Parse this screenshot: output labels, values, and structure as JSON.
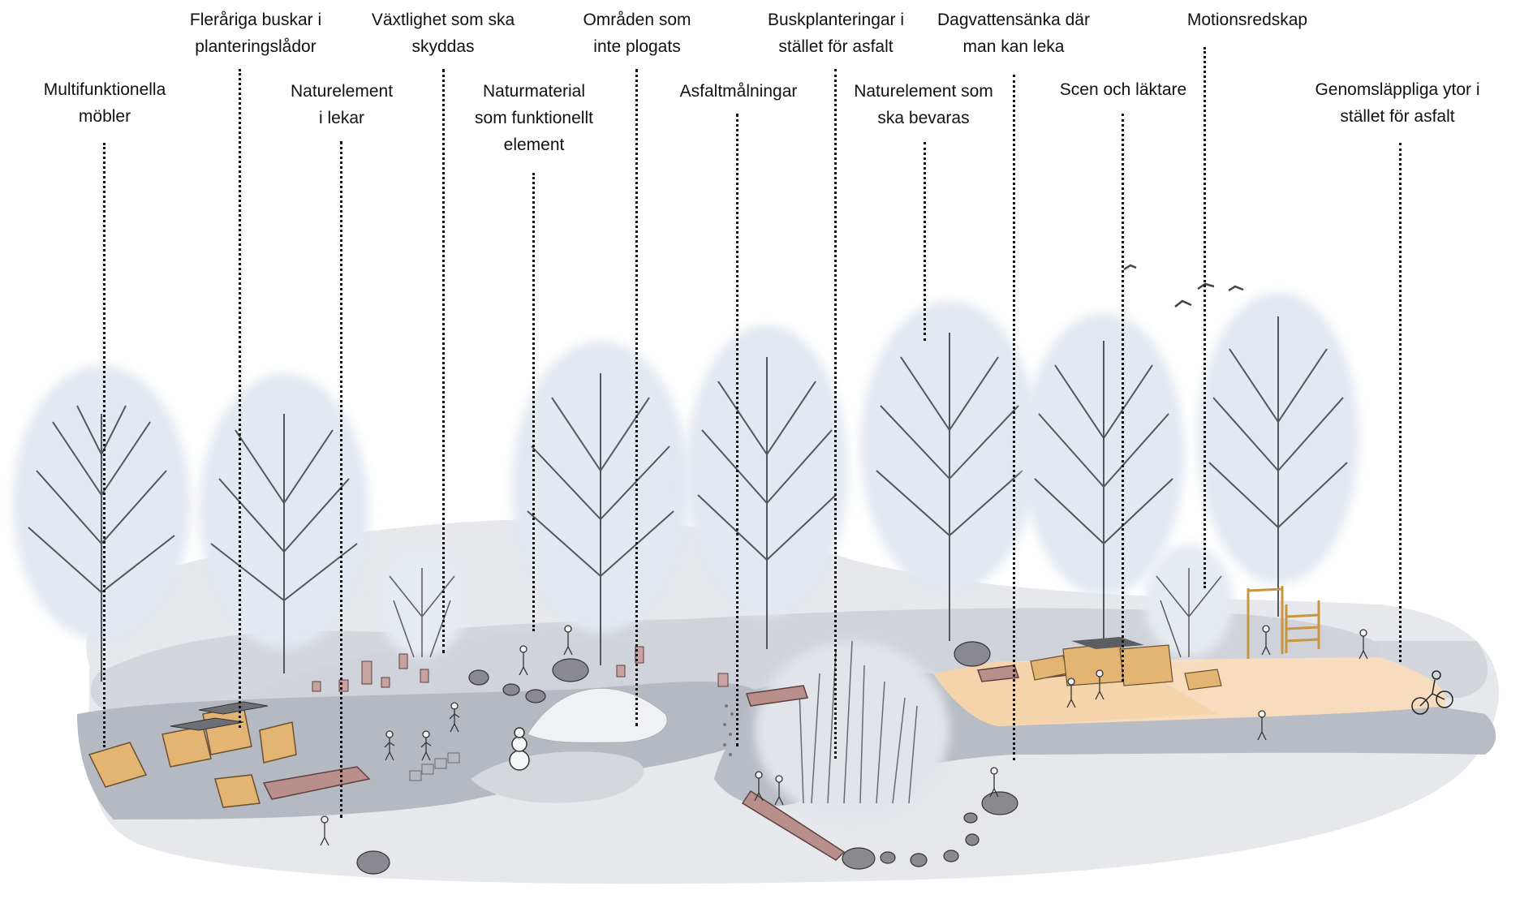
{
  "title": "Vinterbild av skolgård med utpekade element",
  "colors": {
    "background": "#ffffff",
    "ground_light": "#e4e6ea",
    "ground_mid": "#cfd2d8",
    "path": "#b4b8c0",
    "play_area": "#f8dcbc",
    "wood": "#e3b472",
    "log": "#b98f8c",
    "rock": "#8a8990",
    "tree_crown": "#e3e9f1",
    "branch": "#4b4b4f",
    "leader": "#111111"
  },
  "labels": [
    {
      "id": "multifunktionella-mobler",
      "lines": [
        "Multifunktionella",
        "möbler"
      ]
    },
    {
      "id": "flerariga-buskar",
      "lines": [
        "Fleråriga buskar i",
        "planteringslådor"
      ]
    },
    {
      "id": "naturelement-lekar",
      "lines": [
        "Naturelement",
        "i lekar"
      ]
    },
    {
      "id": "vaxtlighet-skyddas",
      "lines": [
        "Växtlighet som ska",
        "skyddas"
      ]
    },
    {
      "id": "naturmaterial",
      "lines": [
        "Naturmaterial",
        "som funktionellt",
        "element"
      ]
    },
    {
      "id": "omraden-plogats",
      "lines": [
        "Områden som",
        "inte plogats"
      ]
    },
    {
      "id": "asfaltmalningar",
      "lines": [
        "Asfaltmålningar"
      ]
    },
    {
      "id": "buskplanteringar",
      "lines": [
        "Buskplanteringar i",
        "stället för asfalt"
      ]
    },
    {
      "id": "naturelement-bevaras",
      "lines": [
        "Naturelement som",
        "ska bevaras"
      ]
    },
    {
      "id": "dagvattensanka",
      "lines": [
        "Dagvattensänka där",
        "man kan leka"
      ]
    },
    {
      "id": "scen-laktare",
      "lines": [
        "Scen och läktare"
      ]
    },
    {
      "id": "motionsredskap",
      "lines": [
        "Motionsredskap"
      ]
    },
    {
      "id": "genomslappliga-ytor",
      "lines": [
        "Genomsläppliga ytor i",
        "stället för asfalt"
      ]
    }
  ],
  "scene_elements": {
    "trees": 8,
    "birds": 4,
    "features": [
      "wooden-furniture",
      "planter-boxes",
      "log-with-branches",
      "tree-stumps",
      "rocks",
      "snowman",
      "snow-pile",
      "hopscotch",
      "animal-tracks",
      "reed-planting",
      "stepping-stones",
      "stage-and-bleachers",
      "climbing-frame",
      "cyclist",
      "orange-play-surface"
    ]
  }
}
